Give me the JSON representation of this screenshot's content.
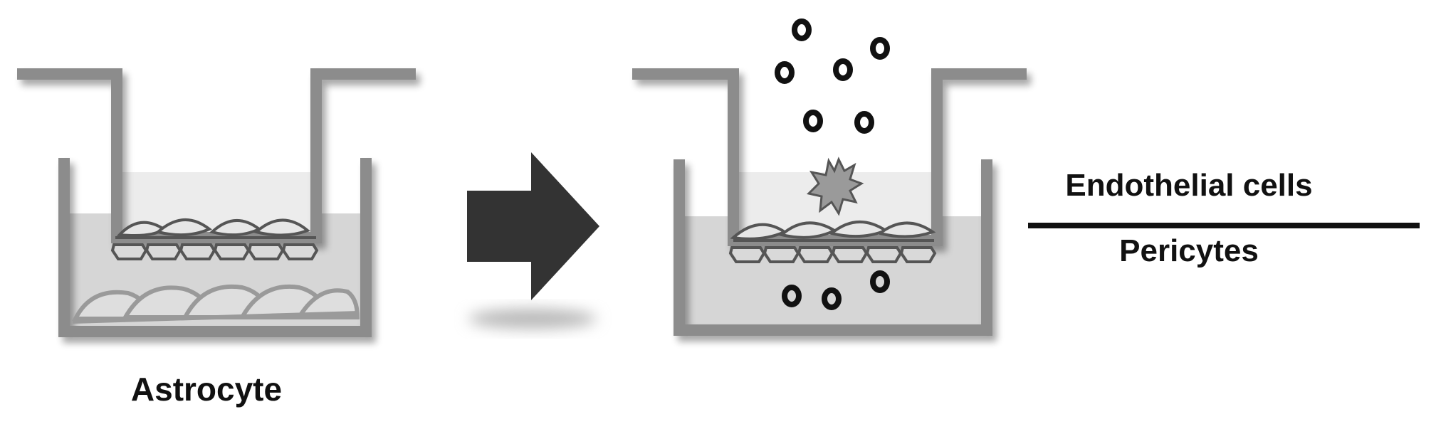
{
  "labels": {
    "astrocyte": "Astrocyte",
    "endothelial": "Endothelial cells",
    "pericytes": "Pericytes"
  },
  "colors": {
    "wall": "#8c8c8c",
    "medium_outer": "#d4d4d4",
    "medium_insert": "#e8e8e8",
    "cell_outline": "#555555",
    "cell_fill": "#e2e2e2",
    "arrow": "#333333",
    "particle": "#111111",
    "damage": "#9a9a9a",
    "text": "#111111"
  },
  "icons": {
    "arrow": "right-arrow-icon",
    "particle": "particle-icon",
    "damage": "damage-burst-icon"
  }
}
